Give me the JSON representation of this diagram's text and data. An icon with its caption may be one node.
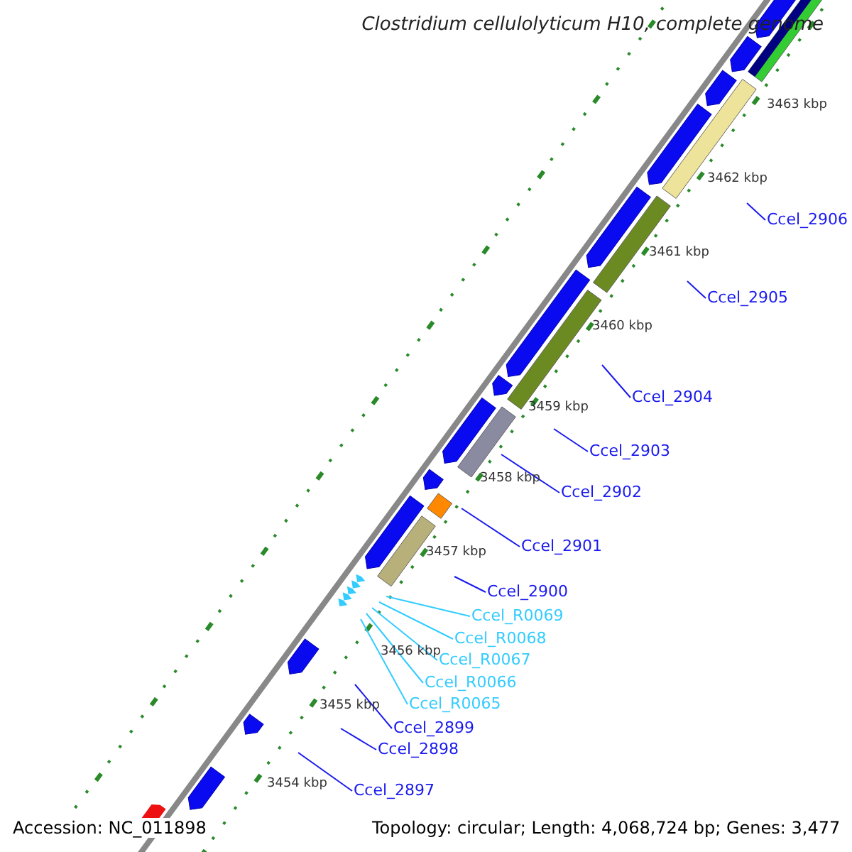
{
  "diagram": {
    "title": "Clostridium cellulolyticum H10, complete genome",
    "nodes": [
      {
        "text": [
          "Ccel_2906"
        ]
      },
      {
        "text": [
          "Ccel_2905"
        ]
      },
      {
        "text": [
          "Ccel_2904"
        ]
      },
      {
        "text": [
          "Ccel_2903"
        ]
      },
      {
        "text": [
          "Ccel_2902"
        ]
      },
      {
        "text": [
          "Ccel_2901"
        ]
      },
      {
        "text": [
          "Ccel_2900"
        ]
      },
      {
        "text": [
          "Ccel_R0069"
        ]
      },
      {
        "text": [
          "Ccel_R0068"
        ]
      },
      {
        "text": [
          "Ccel_R0067"
        ]
      },
      {
        "text": [
          "Ccel_R0066"
        ]
      },
      {
        "text": [
          "Ccel_R0065"
        ]
      },
      {
        "text": [
          "Ccel_2899"
        ]
      },
      {
        "text": [
          "Ccel_2898"
        ]
      },
      {
        "text": [
          "Ccel_2897"
        ]
      }
    ],
    "edges": [
      {
        "from": 0,
        "to": null,
        "arrow": "none"
      },
      {
        "from": 1,
        "to": null,
        "arrow": "none"
      },
      {
        "from": 2,
        "to": null,
        "arrow": "none"
      },
      {
        "from": 3,
        "to": null,
        "arrow": "none"
      },
      {
        "from": 4,
        "to": null,
        "arrow": "none"
      },
      {
        "from": 5,
        "to": null,
        "arrow": "none"
      },
      {
        "from": 6,
        "to": null,
        "arrow": "none"
      },
      {
        "from": 7,
        "to": null,
        "arrow": "none",
        "color": "#33ccff"
      },
      {
        "from": 8,
        "to": null,
        "arrow": "none",
        "color": "#33ccff"
      },
      {
        "from": 9,
        "to": null,
        "arrow": "none",
        "color": "#33ccff"
      },
      {
        "from": 10,
        "to": null,
        "arrow": "none",
        "color": "#33ccff"
      },
      {
        "from": 11,
        "to": null,
        "arrow": "none",
        "color": "#33ccff"
      },
      {
        "from": 12,
        "to": null,
        "arrow": "none"
      },
      {
        "from": 13,
        "to": null,
        "arrow": "none"
      },
      {
        "from": 14,
        "to": null,
        "arrow": "none"
      }
    ],
    "labels": [
      "3463 kbp",
      "3462 kbp",
      "3461 kbp",
      "3460 kbp",
      "3459 kbp",
      "3458 kbp",
      "3457 kbp",
      "3456 kbp",
      "3455 kbp",
      "3454 kbp",
      "Accession: NC_011898",
      "Topology: circular; Length: 4,068,724 bp; Genes: 3,477"
    ]
  }
}
